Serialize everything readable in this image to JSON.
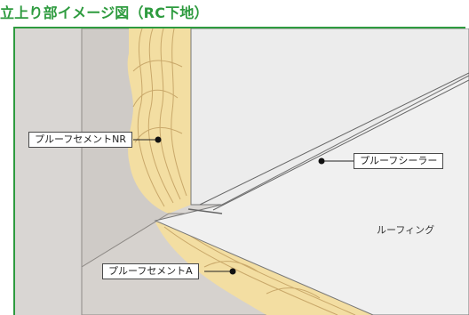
{
  "title": "立上り部イメージ図（RC下地）",
  "labels": {
    "proof_cement_nr": "プルーフセメントNR",
    "proof_sealer": "プルーフシーラー",
    "roofing": "ルーフィング",
    "proof_cement_a": "プルーフセメントA"
  },
  "colors": {
    "accent_green": "#2e9b3f",
    "concrete_wall": "#d9d6d3",
    "cement_layer": "#f3dea2",
    "cement_rings": "#c9a86a",
    "roofing_sheet": "#ededed"
  }
}
